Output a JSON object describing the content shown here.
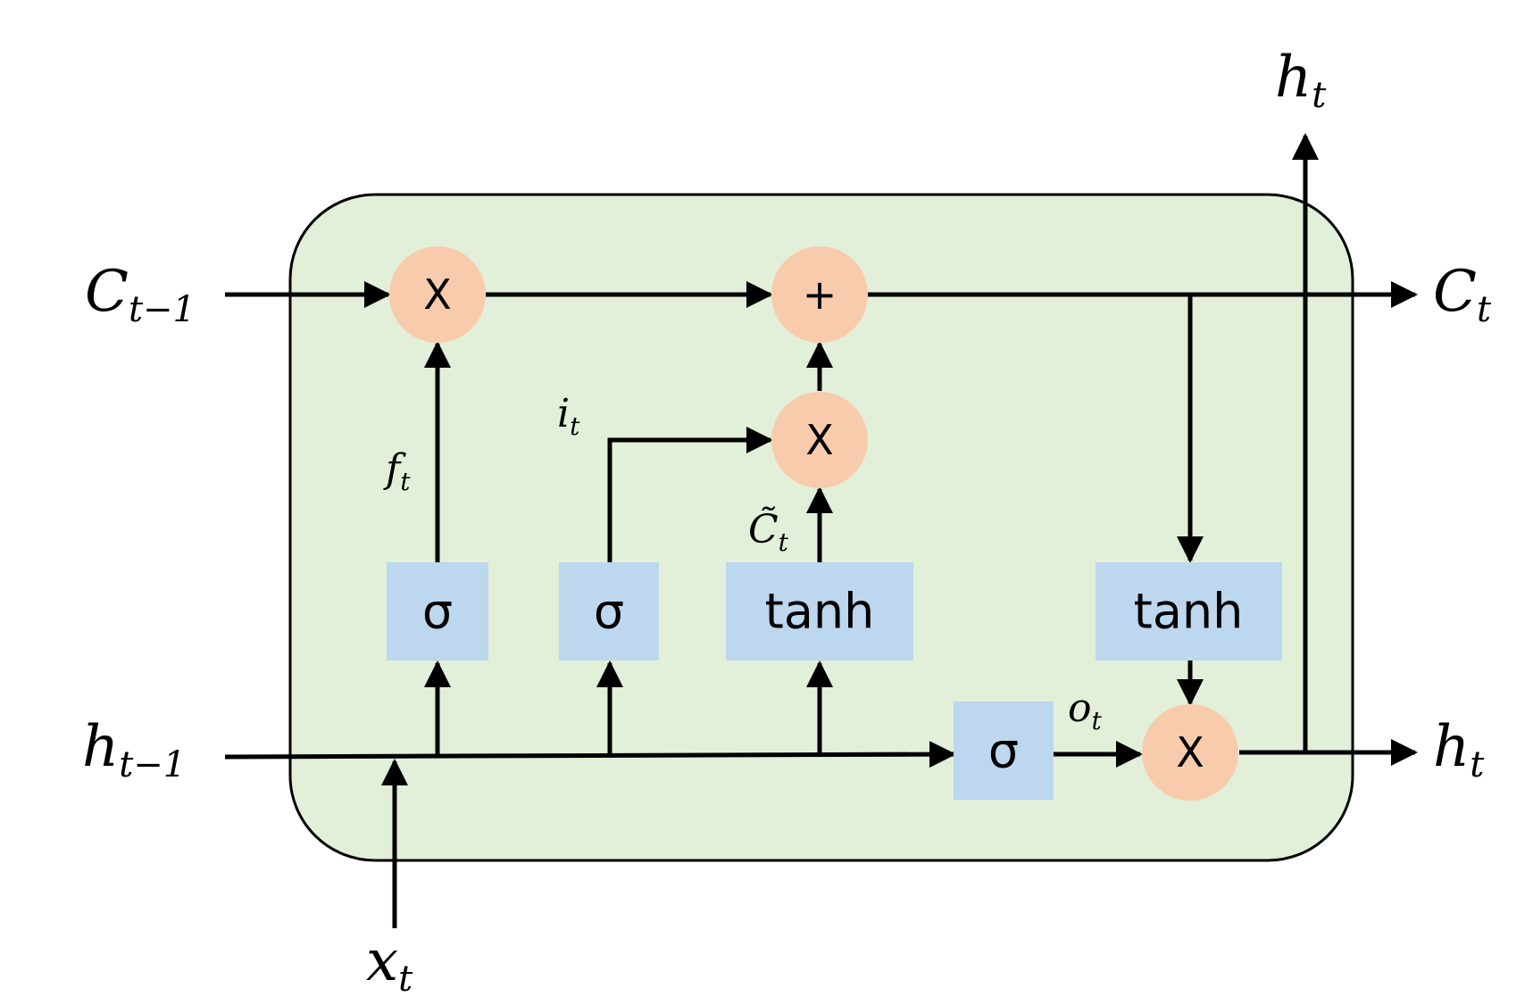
{
  "colors": {
    "cell_background": "#e2efd9",
    "operator_fill": "#f8cbad",
    "gate_fill": "#bdd7ee",
    "line": "#000000"
  },
  "operators": {
    "forget_multiply": "X",
    "cell_add": "+",
    "input_multiply": "X",
    "output_multiply": "X"
  },
  "gates": {
    "forget_sigma": "σ",
    "input_sigma": "σ",
    "candidate_tanh": "tanh",
    "cell_tanh": "tanh",
    "output_sigma": "σ"
  },
  "labels": {
    "c_prev": {
      "base": "C",
      "sub": "t−1"
    },
    "c_out": {
      "base": "C",
      "sub": "t"
    },
    "h_prev": {
      "base": "h",
      "sub": "t−1"
    },
    "h_out_right": {
      "base": "h",
      "sub": "t"
    },
    "h_out_top": {
      "base": "h",
      "sub": "t"
    },
    "x_in": {
      "base": "x",
      "sub": "t"
    },
    "f_t": {
      "base": "f",
      "sub": "t"
    },
    "i_t": {
      "base": "i",
      "sub": "t"
    },
    "c_tilde": {
      "base": "C̃",
      "sub": "t"
    },
    "o_t": {
      "base": "o",
      "sub": "t"
    }
  }
}
